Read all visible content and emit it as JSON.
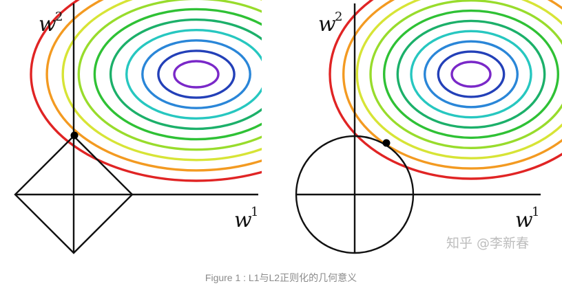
{
  "left_panel": {
    "y_axis_label": "w",
    "y_axis_sup": "2",
    "x_axis_label": "w",
    "x_axis_sup": "1"
  },
  "right_panel": {
    "y_axis_label": "w",
    "y_axis_sup": "2",
    "x_axis_label": "w",
    "x_axis_sup": "1"
  },
  "watermark": "知乎 @李新春",
  "caption": "Figure 1 : L1与L2正则化的几何意义",
  "contour_colors": [
    "#e02424",
    "#f39a21",
    "#d7e436",
    "#98dc2c",
    "#2fc135",
    "#1cb06a",
    "#27c7c0",
    "#2a86d8",
    "#2340b8",
    "#7a28c8"
  ],
  "colors": {
    "axis": "#111111",
    "tangent_point": "#000000"
  }
}
